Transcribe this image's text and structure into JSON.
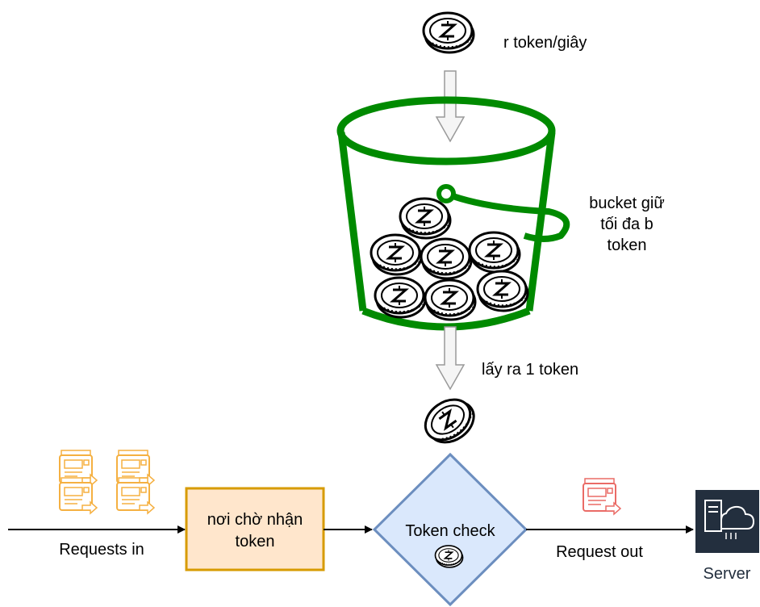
{
  "labels": {
    "rate": "r token/giây",
    "bucket_line1": "bucket giữ",
    "bucket_line2": "tối đa b",
    "bucket_line3": "token",
    "take_one": "lấy ra 1 token",
    "wait_line1": "nơi chờ nhận",
    "wait_line2": "token",
    "token_check": "Token check",
    "requests_in": "Requests in",
    "request_out": "Request out",
    "server": "Server"
  },
  "icons": {
    "coin": "coin-icon",
    "bucket": "bucket-icon",
    "request_in": "request-envelope-icon",
    "request_out": "request-envelope-out-icon",
    "server": "server-cloud-icon"
  },
  "colors": {
    "bucket": "#008a00",
    "wait_box_fill": "#ffe6cc",
    "wait_box_stroke": "#d79b00",
    "diamond_fill": "#dae8fc",
    "diamond_stroke": "#6c8ebf",
    "request_in_icon": "#f5b041",
    "request_out_icon": "#ea6b66",
    "server_bg": "#232f3e",
    "arrow_fill": "#f5f5f5",
    "arrow_stroke": "#999999"
  }
}
